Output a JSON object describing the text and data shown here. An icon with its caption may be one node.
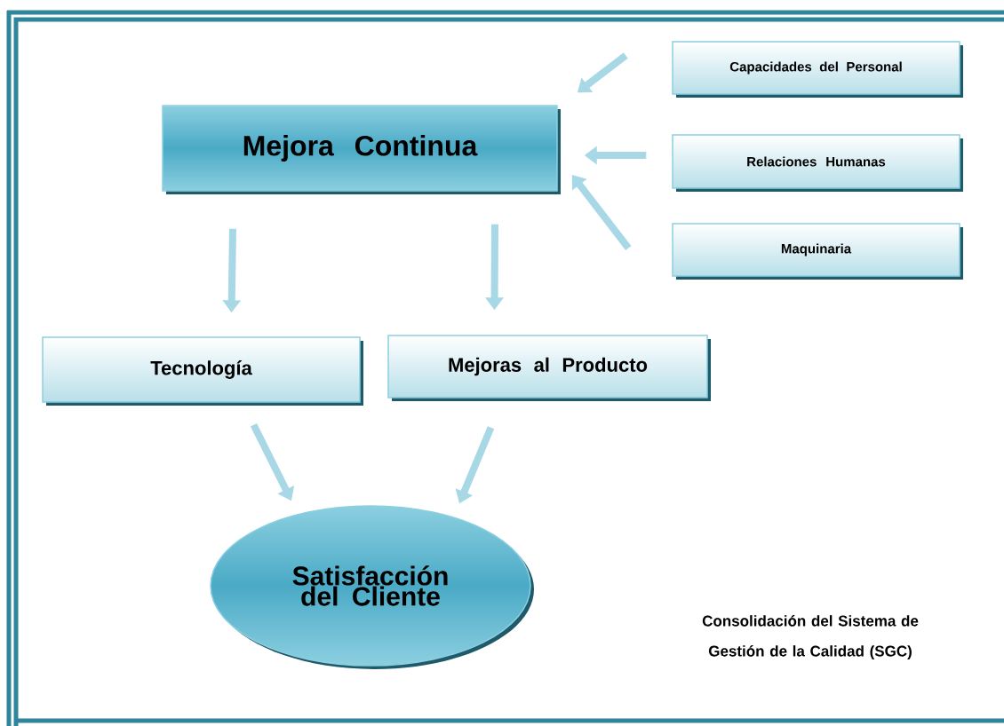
{
  "diagram": {
    "nodes": [
      {
        "text": [
          "Capacidades del Personal"
        ]
      },
      {
        "text": [
          "Mejora Continua"
        ]
      },
      {
        "text": [
          "Relaciones Humanas"
        ]
      },
      {
        "text": [
          "Maquinaria"
        ]
      },
      {
        "text": [
          "Tecnología"
        ]
      },
      {
        "text": [
          "Mejoras al Producto"
        ]
      },
      {
        "text": [
          "Satisfacción del Cliente"
        ]
      }
    ],
    "edges": [
      {
        "from": 0,
        "to": 1,
        "arrow": "to"
      },
      {
        "from": 2,
        "to": 1,
        "arrow": "to"
      },
      {
        "from": 3,
        "to": 1,
        "arrow": "to"
      },
      {
        "from": 1,
        "to": 4,
        "arrow": "to"
      },
      {
        "from": 1,
        "to": 5,
        "arrow": "to"
      },
      {
        "from": 4,
        "to": 6,
        "arrow": "to"
      },
      {
        "from": 5,
        "to": 6,
        "arrow": "to"
      }
    ],
    "labels": [
      "Consolidación del Sistema de Gestión de la Calidad (SGC)"
    ]
  }
}
